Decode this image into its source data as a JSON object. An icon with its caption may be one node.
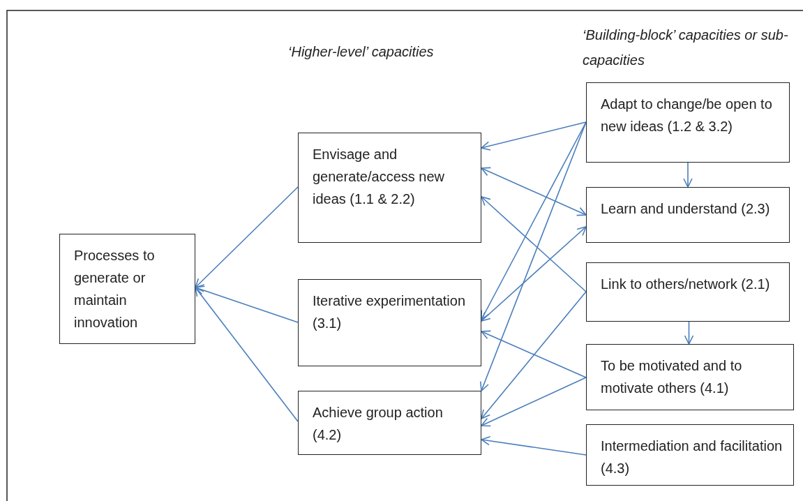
{
  "diagram": {
    "nodes": [
      {
        "text": [
          "Processes to generate or maintain innovation"
        ]
      },
      {
        "text": [
          "Envisage and generate/access new ideas (1.1 & 2.2)"
        ]
      },
      {
        "text": [
          "Iterative experimentation (3.1)"
        ]
      },
      {
        "text": [
          "Achieve group action (4.2)"
        ]
      },
      {
        "text": [
          "Adapt to change/be open to new ideas (1.2 & 3.2)"
        ]
      },
      {
        "text": [
          "Learn and understand (2.3)"
        ]
      },
      {
        "text": [
          "Link to others/network (2.1)"
        ]
      },
      {
        "text": [
          "To be motivated and to motivate others (4.1)"
        ]
      },
      {
        "text": [
          "Intermediation and facilitation (4.3)"
        ]
      }
    ],
    "edges": [
      {
        "from": 1,
        "to": 0,
        "arrow": "to"
      },
      {
        "from": 2,
        "to": 0,
        "arrow": "to"
      },
      {
        "from": 3,
        "to": 0,
        "arrow": "to"
      },
      {
        "from": 4,
        "to": 1,
        "arrow": "to"
      },
      {
        "from": 4,
        "to": 2,
        "arrow": "to"
      },
      {
        "from": 4,
        "to": 3,
        "arrow": "to"
      },
      {
        "from": 1,
        "to": 5,
        "arrow": "both"
      },
      {
        "from": 2,
        "to": 5,
        "arrow": "both"
      },
      {
        "from": 6,
        "to": 1,
        "arrow": "to"
      },
      {
        "from": 6,
        "to": 3,
        "arrow": "to"
      },
      {
        "from": 7,
        "to": 2,
        "arrow": "to"
      },
      {
        "from": 7,
        "to": 3,
        "arrow": "to"
      },
      {
        "from": 8,
        "to": 3,
        "arrow": "to"
      },
      {
        "from": 4,
        "to": 5,
        "arrow": "to"
      },
      {
        "from": 6,
        "to": 7,
        "arrow": "to"
      }
    ],
    "labels": [
      "‘Higher-level’ capacities",
      "‘Building-block’ capacities or sub-capacities"
    ]
  }
}
